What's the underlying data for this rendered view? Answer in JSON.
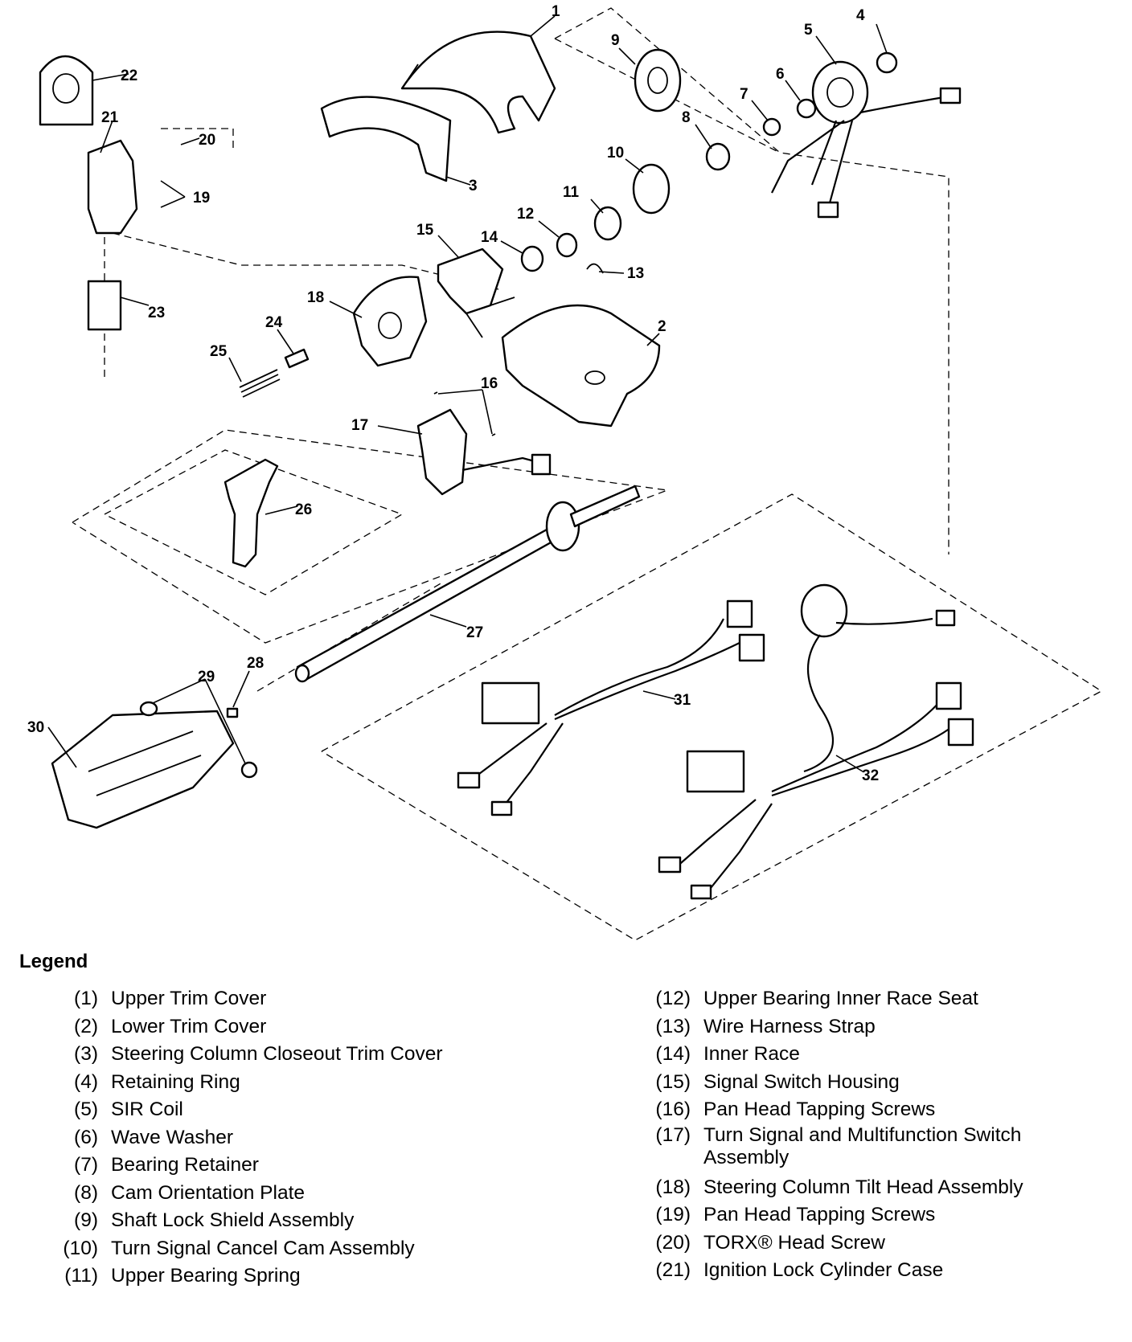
{
  "callouts": [
    "1",
    "2",
    "3",
    "4",
    "5",
    "6",
    "7",
    "8",
    "9",
    "10",
    "11",
    "12",
    "13",
    "14",
    "15",
    "16",
    "17",
    "18",
    "19",
    "20",
    "21",
    "22",
    "23",
    "24",
    "25",
    "26",
    "27",
    "28",
    "29",
    "30",
    "31",
    "32"
  ],
  "legend": {
    "title": "Legend",
    "left": [
      {
        "num": "(1)",
        "label": "Upper Trim Cover"
      },
      {
        "num": "(2)",
        "label": "Lower Trim Cover"
      },
      {
        "num": "(3)",
        "label": "Steering Column Closeout Trim Cover"
      },
      {
        "num": "(4)",
        "label": "Retaining Ring"
      },
      {
        "num": "(5)",
        "label": "SIR Coil"
      },
      {
        "num": "(6)",
        "label": "Wave Washer"
      },
      {
        "num": "(7)",
        "label": "Bearing Retainer"
      },
      {
        "num": "(8)",
        "label": "Cam Orientation Plate"
      },
      {
        "num": "(9)",
        "label": "Shaft Lock Shield Assembly"
      },
      {
        "num": "(10)",
        "label": "Turn Signal Cancel Cam Assembly"
      },
      {
        "num": "(11)",
        "label": "Upper Bearing Spring"
      }
    ],
    "right": [
      {
        "num": "(12)",
        "label": "Upper Bearing Inner Race Seat"
      },
      {
        "num": "(13)",
        "label": "Wire Harness Strap"
      },
      {
        "num": "(14)",
        "label": "Inner Race"
      },
      {
        "num": "(15)",
        "label": "Signal Switch Housing"
      },
      {
        "num": "(16)",
        "label": "Pan Head Tapping Screws"
      },
      {
        "num": "(17)",
        "label": "Turn Signal and Multifunction Switch Assembly"
      },
      {
        "num": "(18)",
        "label": "Steering Column Tilt Head Assembly"
      },
      {
        "num": "(19)",
        "label": "Pan Head Tapping Screws"
      },
      {
        "num": "(20)",
        "label": "TORX® Head Screw"
      },
      {
        "num": "(21)",
        "label": "Ignition Lock Cylinder Case"
      }
    ]
  }
}
